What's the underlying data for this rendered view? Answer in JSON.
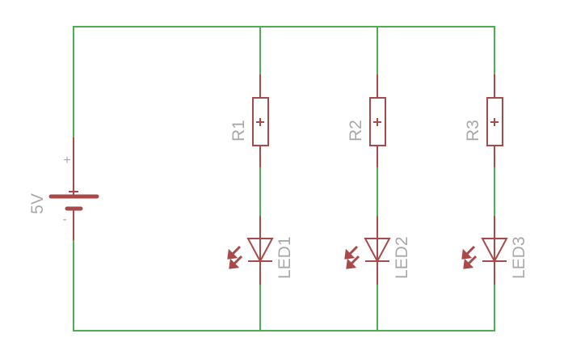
{
  "battery": {
    "label": "5V",
    "plus": "+",
    "minus": "-"
  },
  "branches": [
    {
      "resistor": "R1",
      "led": "LED1"
    },
    {
      "resistor": "R2",
      "led": "LED2"
    },
    {
      "resistor": "R3",
      "led": "LED3"
    }
  ],
  "colors": {
    "wire": "#4caf50",
    "part": "#a84a4a",
    "label": "#a8a8a8"
  }
}
